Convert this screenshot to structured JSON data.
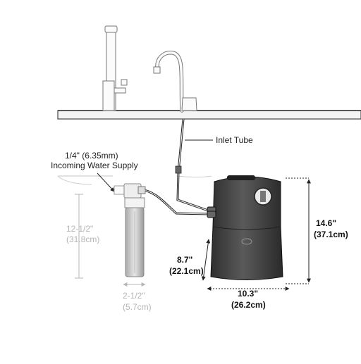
{
  "labels": {
    "inlet_tube": "Inlet Tube",
    "supply_size": "1/4\" (6.35mm)",
    "supply_name": "Incoming Water Supply",
    "filter_height_in": "12-1/2\"",
    "filter_height_cm": "(31.8cm)",
    "filter_width_in": "2-1/2\"",
    "filter_width_cm": "(5.7cm)",
    "tank_depth_in": "8.7\"",
    "tank_depth_cm": "(22.1cm)",
    "tank_width_in": "10.3\"",
    "tank_width_cm": "(26.2cm)",
    "tank_height_in": "14.6\"",
    "tank_height_cm": "(37.1cm)"
  },
  "colors": {
    "line": "#222222",
    "faint": "#b5b5b5",
    "tank": "#3f3f3f",
    "tank_light": "#5a5a5a"
  }
}
